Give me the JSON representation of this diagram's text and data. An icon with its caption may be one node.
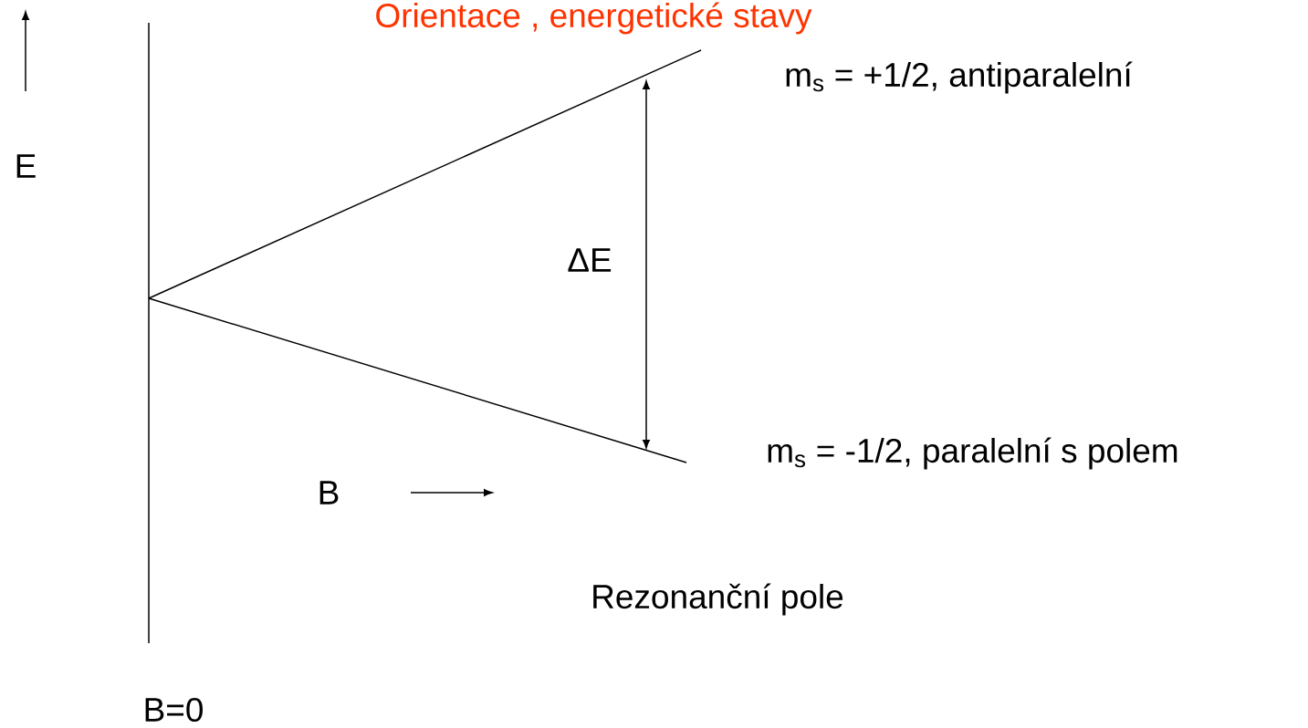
{
  "diagram": {
    "title": "Orientace , energetické stavy",
    "labels": [
      "E",
      "ΔE",
      "m$_{s}$ = +1/2, antiparalelní",
      "m$_{s}$ = -1/2, paralelní s polem",
      "B",
      "Rezonanční pole",
      "B=0"
    ]
  }
}
